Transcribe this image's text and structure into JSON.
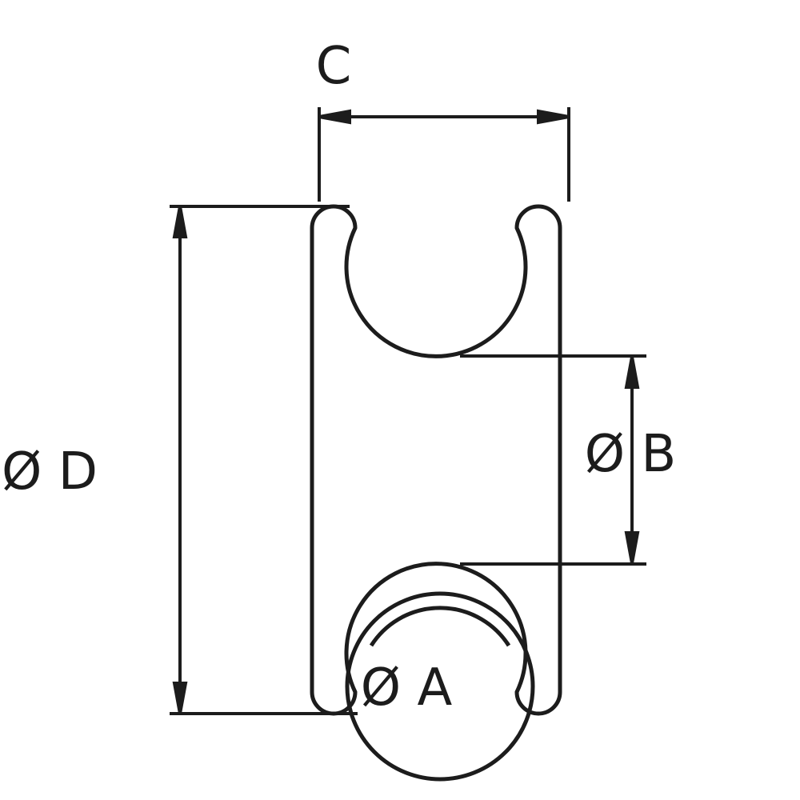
{
  "drawing": {
    "background": "#ffffff",
    "line_color": "#1c1c1c",
    "labels": {
      "width": "C",
      "outer_diameter": "Ø D",
      "groove_diameter": "Ø B",
      "bore_diameter": "Ø A"
    }
  }
}
